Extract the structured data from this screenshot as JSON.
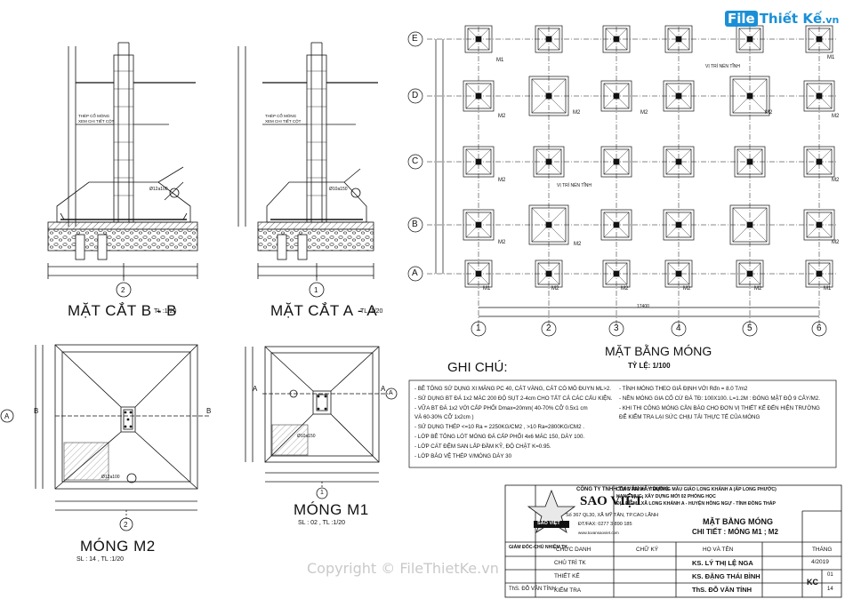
{
  "watermark": {
    "logo_badge": "File",
    "logo_text": "Thiết Kế",
    "logo_suffix": ".vn",
    "copyright": "Copyright © FileThietKe.vn"
  },
  "titles": {
    "section_bb": "MẶT CẮT B - B",
    "section_bb_scale": "TL :1/20",
    "section_aa": "MẶT CẮT A - A",
    "section_aa_scale": "TL :1/20",
    "plan": "MẶT BẰNG MÓNG",
    "plan_scale": "TỶ LỆ: 1/100",
    "m2": "MÓNG M2",
    "m2_scale": "SL : 14 , TL :1/20",
    "m1": "MÓNG M1",
    "m1_scale": "SL : 02 , TL :1/20"
  },
  "section_labels": {
    "steel_note": "THÉP CỔ MÓNG",
    "steel_note2": "XEM CHI TIẾT CỘT",
    "rebar_bb": "Ø12a100",
    "rebar_aa": "Ø10a150",
    "callout": "01"
  },
  "axes": {
    "rows": [
      "E",
      "D",
      "C",
      "B",
      "A"
    ],
    "cols": [
      "1",
      "2",
      "3",
      "4",
      "5",
      "6"
    ],
    "total": "17400"
  },
  "plan_labels": {
    "m1": "M1",
    "m2": "M2",
    "pile": "VỊ TRÍ NÉN TĨNH"
  },
  "notes": {
    "title": "GHI CHÚ:",
    "left": [
      "- BÊ TÔNG SỬ DỤNG XI MĂNG PC 40, CÁT VÀNG, CÁT CÓ MÔ ĐUYN ML>2.",
      "- SỬ DỤNG BT ĐÁ 1x2 MÁC 200 ĐỘ SỤT 2-4cm CHO TẤT CẢ CÁC CẤU KIỆN.",
      "- VỮA BT ĐÁ 1x2 VỚI CẤP PHỐI Dmax=20mm( 40-70% CỠ 0.5x1 cm",
      "  VÀ 60-30% CỠ 1x2cm )",
      "- SỬ DỤNG THÉP <=10 Ra = 2250KG/CM2 , >10 Ra=2800KG/CM2 .",
      "- LỚP BÊ TÔNG LÓT MÓNG ĐÁ CẤP PHỐI 4x6 MÁC 150, DÀY 100.",
      "- LỚP CÁT ĐỆM SAN LẤP ĐẦM KỸ, ĐỘ CHẶT K=0.95.",
      "- LỚP BẢO VỆ THÉP V/MÓNG DÀY 30"
    ],
    "right": [
      "- TÍNH MÓNG THEO GIẢ ĐỊNH VỚI Rđn = 8.0 T/m2",
      "- NỀN MÓNG GIA CỐ CỪ ĐÁ TĐ: 100X100. L=1.2M : ĐÓNG MẬT ĐỘ 9 CÂY/M2.",
      "- KHI THI CÔNG MÓNG CẦN BÁO CHO ĐƠN VỊ THIẾT KẾ ĐẾN HIỆN TRƯỜNG",
      "  ĐỂ KIỂM TRA LẠI SỨC CHỊU TẢI THỰC TẾ CỦA MÓNG"
    ]
  },
  "title_block": {
    "company": "CÔNG TY TNHH TƯ VẤN XÂY DỰNG",
    "company_name": "SAO VIỆT",
    "address": "Số 367 QL30, XÃ MỸ TÂN, TP.CAO LÃNH",
    "phone": "ĐT/FAX: 0277 3 890 185",
    "website": "www.tuvansaoviet.com",
    "logo_text": "SAO VIỆT",
    "project": "CÔNG TRÌNH : TRƯỜNG MẪU GIÁO LONG KHÁNH A (ẤP LONG PHƯỚC)",
    "item": "HẠNG MỤC: XÂY DỰNG MỚI 02 PHÒNG HỌC",
    "location": "ĐỊA ĐIỂM : XÃ LONG KHÁNH A - HUYỆN HỒNG NGỰ - TỈNH ĐỒNG THÁP",
    "drawing_title": "MẶT BẰNG MÓNG",
    "drawing_detail": "CHI TIẾT : MÓNG M1 ; M2",
    "headers": [
      "CHỨC DANH",
      "CHỮ KÝ",
      "HỌ VÀ TÊN",
      "THÁNG"
    ],
    "director": "GIÁM ĐỐC-CHỦ NHIỆM TK",
    "roles": [
      "CHỦ TRÌ TK",
      "THIẾT KẾ",
      "KIỂM TRA"
    ],
    "names": [
      "KS. LÝ THỊ LỆ NGA",
      "KS. ĐẶNG THÁI BÌNH",
      "ThS. ĐỖ VĂN TÍNH"
    ],
    "director_name": "ThS. ĐỖ VĂN TÍNH",
    "date": "4/2019",
    "code": "KC",
    "sheet": "01",
    "total": "14"
  }
}
